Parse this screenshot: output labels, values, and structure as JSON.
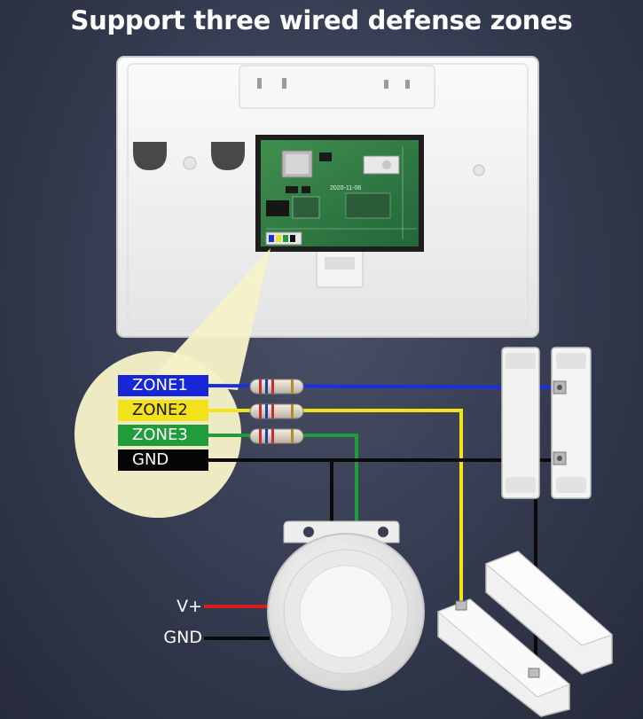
{
  "title": "Support three wired defense zones",
  "zones": {
    "zone1": "ZONE1",
    "zone2": "ZONE2",
    "zone3": "ZONE3",
    "gnd": "GND"
  },
  "siren": {
    "vplus": "V+",
    "gnd": "GND"
  },
  "pcb": {
    "marking": "2020-11-06"
  },
  "colors": {
    "zone1_wire": "#1a2fe0",
    "zone2_wire": "#f3e31c",
    "zone3_wire": "#1e9e3a",
    "gnd_wire": "#0a0a0a",
    "vplus_wire": "#d81b1b",
    "pcb": "#2f7d3f",
    "device": "#f2f2f2"
  }
}
